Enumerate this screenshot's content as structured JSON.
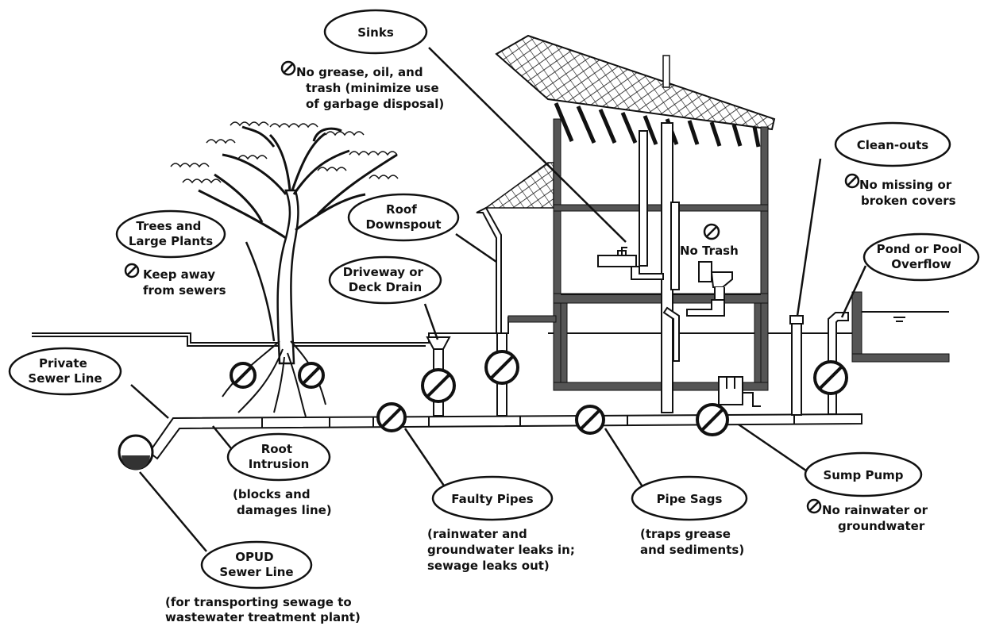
{
  "callouts": {
    "sinks": {
      "lines": [
        "Sinks"
      ]
    },
    "trees": {
      "lines": [
        "Trees and",
        "Large Plants"
      ]
    },
    "roof_downspout": {
      "lines": [
        "Roof",
        "Downspout"
      ]
    },
    "driveway_drain": {
      "lines": [
        "Driveway or",
        "Deck Drain"
      ]
    },
    "clean_outs": {
      "lines": [
        "Clean-outs"
      ]
    },
    "pond_pool": {
      "lines": [
        "Pond or Pool",
        "Overflow"
      ]
    },
    "private_sewer": {
      "lines": [
        "Private",
        "Sewer Line"
      ]
    },
    "root_intrusion": {
      "lines": [
        "Root",
        "Intrusion"
      ]
    },
    "faulty_pipes": {
      "lines": [
        "Faulty Pipes"
      ]
    },
    "pipe_sags": {
      "lines": [
        "Pipe Sags"
      ]
    },
    "sump_pump": {
      "lines": [
        "Sump Pump"
      ]
    },
    "opud_sewer": {
      "lines": [
        "OPUD",
        "Sewer Line"
      ]
    }
  },
  "notes": {
    "sinks": [
      "No grease, oil, and",
      "trash (minimize use",
      "of garbage disposal)"
    ],
    "trees": [
      "Keep away",
      "from sewers"
    ],
    "no_trash": [
      "No Trash"
    ],
    "clean_outs": [
      "No missing or",
      "broken covers"
    ],
    "root_intrusion": [
      "(blocks and",
      "damages line)"
    ],
    "faulty_pipes": [
      "(rainwater and",
      "groundwater leaks in;",
      "sewage leaks out)"
    ],
    "pipe_sags": [
      "(traps grease",
      "and sediments)"
    ],
    "sump_pump": [
      "No rainwater or",
      "groundwater"
    ],
    "opud_sewer": [
      "(for transporting sewage to",
      "wastewater treatment plant)"
    ]
  },
  "icons": {
    "prohibition": "prohibition-icon",
    "tree": "tree-icon",
    "house": "house-cutaway-icon",
    "sink": "sink-icon",
    "toilet": "toilet-icon",
    "manhole": "manhole-icon"
  }
}
